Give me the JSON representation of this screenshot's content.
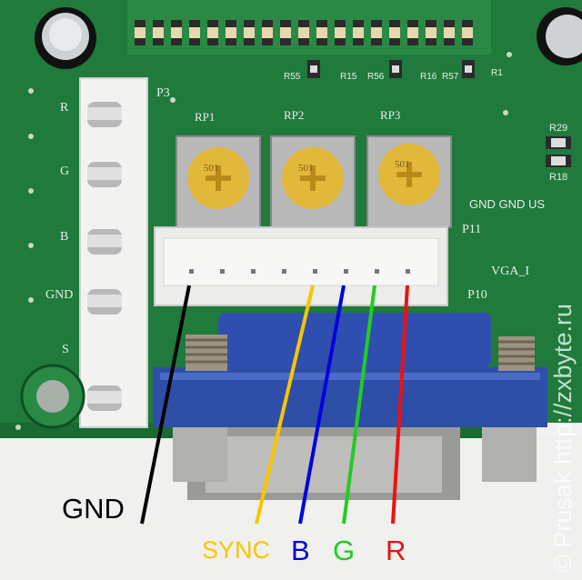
{
  "wire_labels": {
    "gnd": "GND",
    "sync": "SYNC",
    "b": "B",
    "g": "G",
    "r": "R"
  },
  "silkscreen": {
    "p3_header": "P3",
    "p3_pins": [
      "R",
      "G",
      "B",
      "GND",
      "S"
    ],
    "rp1": "RP1",
    "rp2": "RP2",
    "rp3": "RP3",
    "pot_value": "501",
    "p11": "P11",
    "p10": "P10",
    "vga": "VGA_I",
    "gnd_row": "GND GND US",
    "r29": "R29",
    "r18": "R18",
    "r55": "R55",
    "r15": "R15",
    "r56": "R56",
    "r16": "R16",
    "r57": "R57",
    "r1": "R1"
  },
  "watermark": "© Prusak http://zxbyte.ru",
  "colors": {
    "pcb": "#1f7a3c",
    "gnd_wire": "#000000",
    "sync_wire": "#f7c600",
    "b_wire": "#0000dd",
    "g_wire": "#22cc22",
    "r_wire": "#ee1111",
    "vga_connector": "#2f4fb0"
  }
}
